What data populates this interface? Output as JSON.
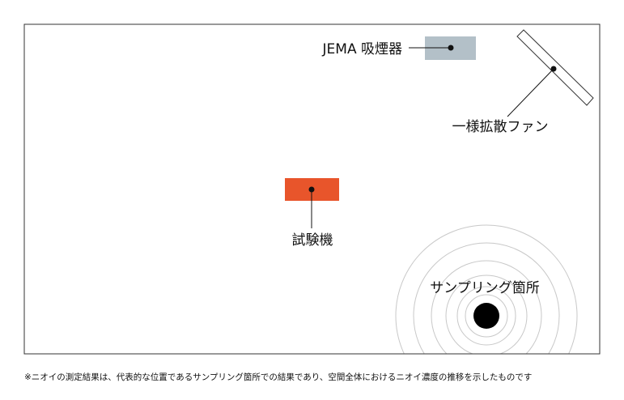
{
  "labels": {
    "smoker": "JEMA 吸煙器",
    "fan": "一様拡散ファン",
    "test_machine": "試験機",
    "sampling": "サンプリング箇所"
  },
  "footnote": "※ニオイの測定結果は、代表的な位置であるサンプリング箇所での結果であり、空間全体におけるニオイ濃度の推移を示したものです",
  "colors": {
    "smoker_block": "#b3c0c8",
    "test_machine_block": "#e8552b",
    "frame": "#333333",
    "rings": "#c8c8c8",
    "sampling_point": "#000000"
  }
}
